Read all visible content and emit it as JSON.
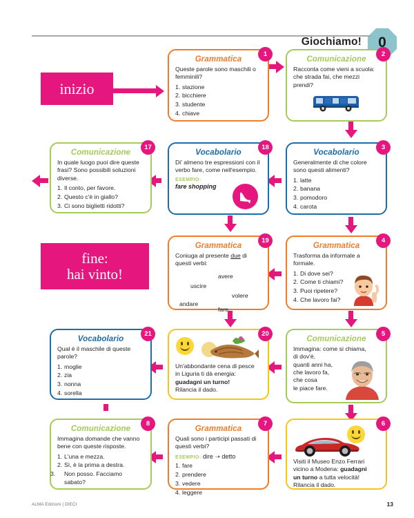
{
  "header": {
    "title": "Giochiamo!",
    "unit_badge": "0",
    "badge_color": "#8cc4cc"
  },
  "start_block": {
    "label": "inizio"
  },
  "end_block": {
    "line1": "fine:",
    "line2": "hai vinto!"
  },
  "labels": {
    "grammatica": "Grammatica",
    "comunicazione": "Comunicazione",
    "vocabolario": "Vocabolario",
    "esempio": "ESEMPIO:",
    "esempio_inline": "ESEMPIO:"
  },
  "colors": {
    "grammatica": "#f07c28",
    "comunicazione": "#a4ca5a",
    "vocabolario": "#1b6cab",
    "bonus": "#f5c518",
    "accent_pink": "#e5177f"
  },
  "cards": {
    "c1": {
      "number": "1",
      "title": "Grammatica",
      "prompt": "Queste parole sono maschili o femminili?",
      "items": [
        "stazione",
        "bicchiere",
        "studente",
        "chiave"
      ]
    },
    "c2": {
      "number": "2",
      "title": "Comunicazione",
      "prompt": "Racconta come vieni a scuola: che strada fai, che mezzi prendi?",
      "image": "bus-photo"
    },
    "c17": {
      "number": "17",
      "title": "Comunicazione",
      "prompt": "In quale luogo puoi dire queste frasi? Sono possibili soluzioni diverse.",
      "items": [
        "Il conto, per favore.",
        "Questo c'è in giallo?",
        "Ci sono biglietti ridotti?"
      ]
    },
    "c18": {
      "number": "18",
      "title": "Vocabolario",
      "prompt": "Di' almeno tre espressioni con il verbo fare, come nell'esempio.",
      "esempio_label": "ESEMPIO:",
      "esempio_text": "fare shopping",
      "image": "shoe-icon"
    },
    "c3": {
      "number": "3",
      "title": "Vocabolario",
      "prompt": "Generalmente di che colore sono questi alimenti?",
      "items": [
        "latte",
        "banana",
        "pomodoro",
        "carota"
      ]
    },
    "c19": {
      "number": "19",
      "title": "Grammatica",
      "prompt_a": "Coniuga al presente ",
      "prompt_underlined": "due",
      "prompt_b": " di questi verbi:",
      "verbs": [
        "avere",
        "uscire",
        "volere",
        "andare",
        "fare"
      ]
    },
    "c4": {
      "number": "4",
      "title": "Grammatica",
      "prompt": "Trasforma da informale a formale.",
      "items": [
        "Di dove sei?",
        "Come ti chiami?",
        "Puoi ripetere?",
        "Che lavoro fai?"
      ],
      "image": "boy-listening-photo"
    },
    "c21": {
      "number": "21",
      "title": "Vocabolario",
      "prompt": "Qual è il maschile di queste parole?",
      "items": [
        "moglie",
        "zia",
        "nonna",
        "sorella"
      ]
    },
    "c20": {
      "number": "20",
      "line1": "Un'abbondante cena di pesce",
      "line2": "in Liguria ti dà energia:",
      "line3_bold": "guadagni un turno!",
      "line4": "Rilancia il dado.",
      "image": "fish-dish-photo",
      "icon": "smiley-icon"
    },
    "c5": {
      "number": "5",
      "title": "Comunicazione",
      "prompt_lines": [
        "Immagina: come si chiama,",
        "di dov'è,",
        "quanti anni ha,",
        "che lavoro fa,",
        "che cosa",
        "le piace fare."
      ],
      "image": "woman-photo"
    },
    "c8": {
      "number": "8",
      "title": "Comunicazione",
      "prompt": "Immagina domande che vanno bene con queste risposte.",
      "items": [
        "L'una e mezza.",
        "Sì, è la prima a destra.",
        "Non posso. Facciamo sabato?"
      ]
    },
    "c7": {
      "number": "7",
      "title": "Grammatica",
      "prompt": "Quali sono i participi passati di questi verbi?",
      "esempio_label": "ESEMPIO:",
      "esempio_text": "dire ➝ detto",
      "items": [
        "fare",
        "prendere",
        "vedere",
        "leggere"
      ]
    },
    "c6": {
      "number": "6",
      "line1": "Visiti il Museo Enzo Ferrari",
      "line2a": "vicino a Modena: ",
      "line2b": "guadagni",
      "line3a": "un turno",
      "line3b": " a tutta velocità!",
      "line4": "Rilancia il dado.",
      "image": "red-ferrari-photo",
      "icon": "smiley-icon"
    }
  },
  "footer": {
    "credit": "ALMA Edizioni | DIECI",
    "page_number": "13"
  }
}
